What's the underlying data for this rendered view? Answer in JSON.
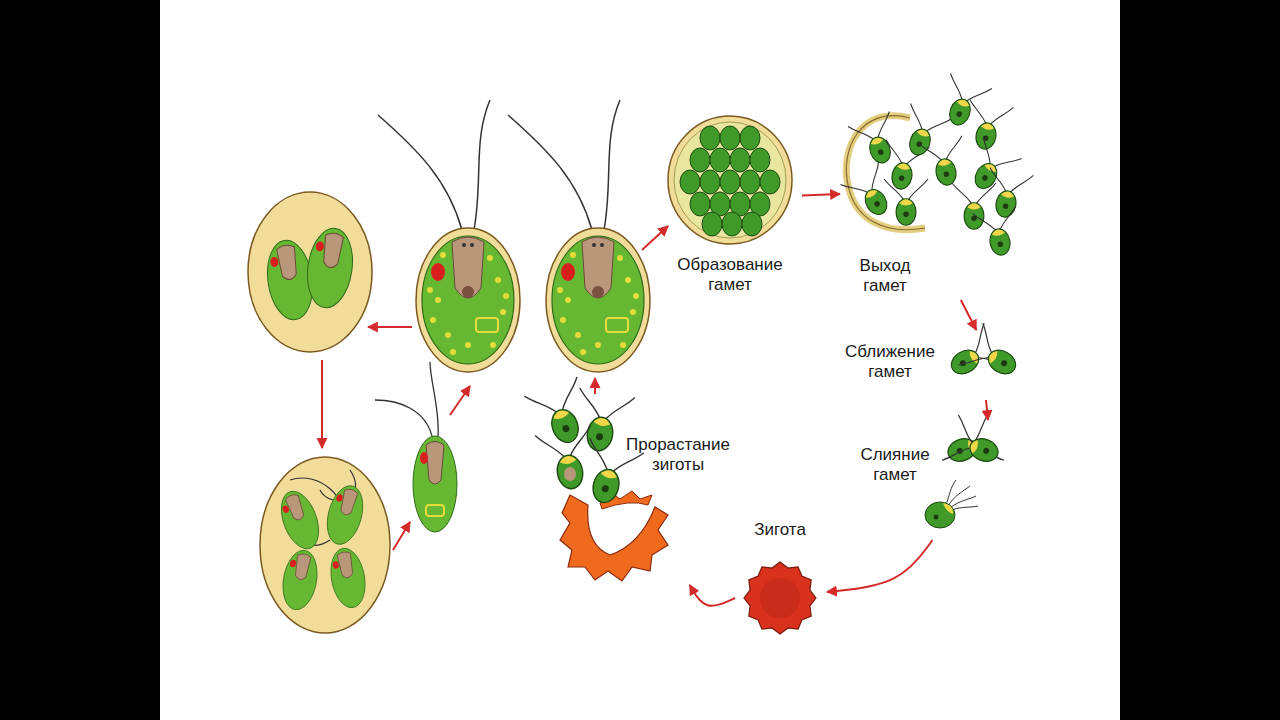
{
  "diagram": {
    "nodes": [
      {
        "text": [
          "Образование гамет"
        ]
      },
      {
        "text": [
          "Выход гамет"
        ]
      },
      {
        "text": [
          "Сближение гамет"
        ]
      },
      {
        "text": [
          "Слияние гамет"
        ]
      },
      {
        "text": [
          "Зигота"
        ]
      },
      {
        "text": [
          "Прорастание зиготы"
        ]
      }
    ],
    "edges": [
      {
        "from": 0,
        "to": 1,
        "arrow": "to"
      },
      {
        "from": 1,
        "to": 2,
        "arrow": "to"
      },
      {
        "from": 2,
        "to": 3,
        "arrow": "to"
      },
      {
        "from": 3,
        "to": 4,
        "arrow": "to"
      },
      {
        "from": 4,
        "to": 5,
        "arrow": "to"
      }
    ]
  }
}
